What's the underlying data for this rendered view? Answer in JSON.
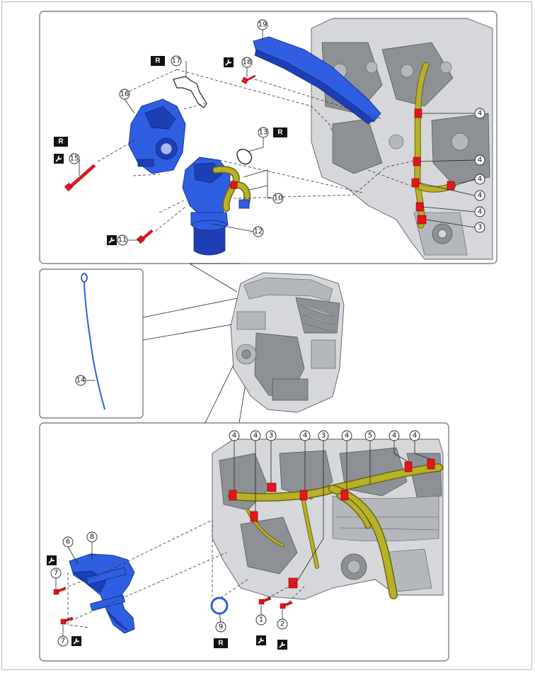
{
  "colors": {
    "part_blue": "#2f5fe0",
    "harness_yellow": "#b8b028",
    "clip_red": "#e8141c",
    "engine_grey": "#d5d7da",
    "badge_black": "#111111"
  },
  "icons": {
    "replace_badge": "R",
    "torque_icon": "wrench-icon"
  },
  "callouts": {
    "c1": "1",
    "c2": "2",
    "c3_top": "3",
    "c3_bot_a": "3",
    "c3_bot_b": "3",
    "c4_a": "4",
    "c4_b": "4",
    "c4_c": "4",
    "c4_d": "4",
    "c4_e": "4",
    "c4_f": "4",
    "c4_g": "4",
    "c4_h": "4",
    "c4_i": "4",
    "c4_j": "4",
    "c5": "5",
    "c6": "6",
    "c7_a": "7",
    "c7_b": "7",
    "c8": "8",
    "c9": "9",
    "c10": "10",
    "c11": "11",
    "c12": "12",
    "c13": "13",
    "c14": "14",
    "c15": "15",
    "c16": "16",
    "c17": "17",
    "c18": "18",
    "c19": "19"
  }
}
